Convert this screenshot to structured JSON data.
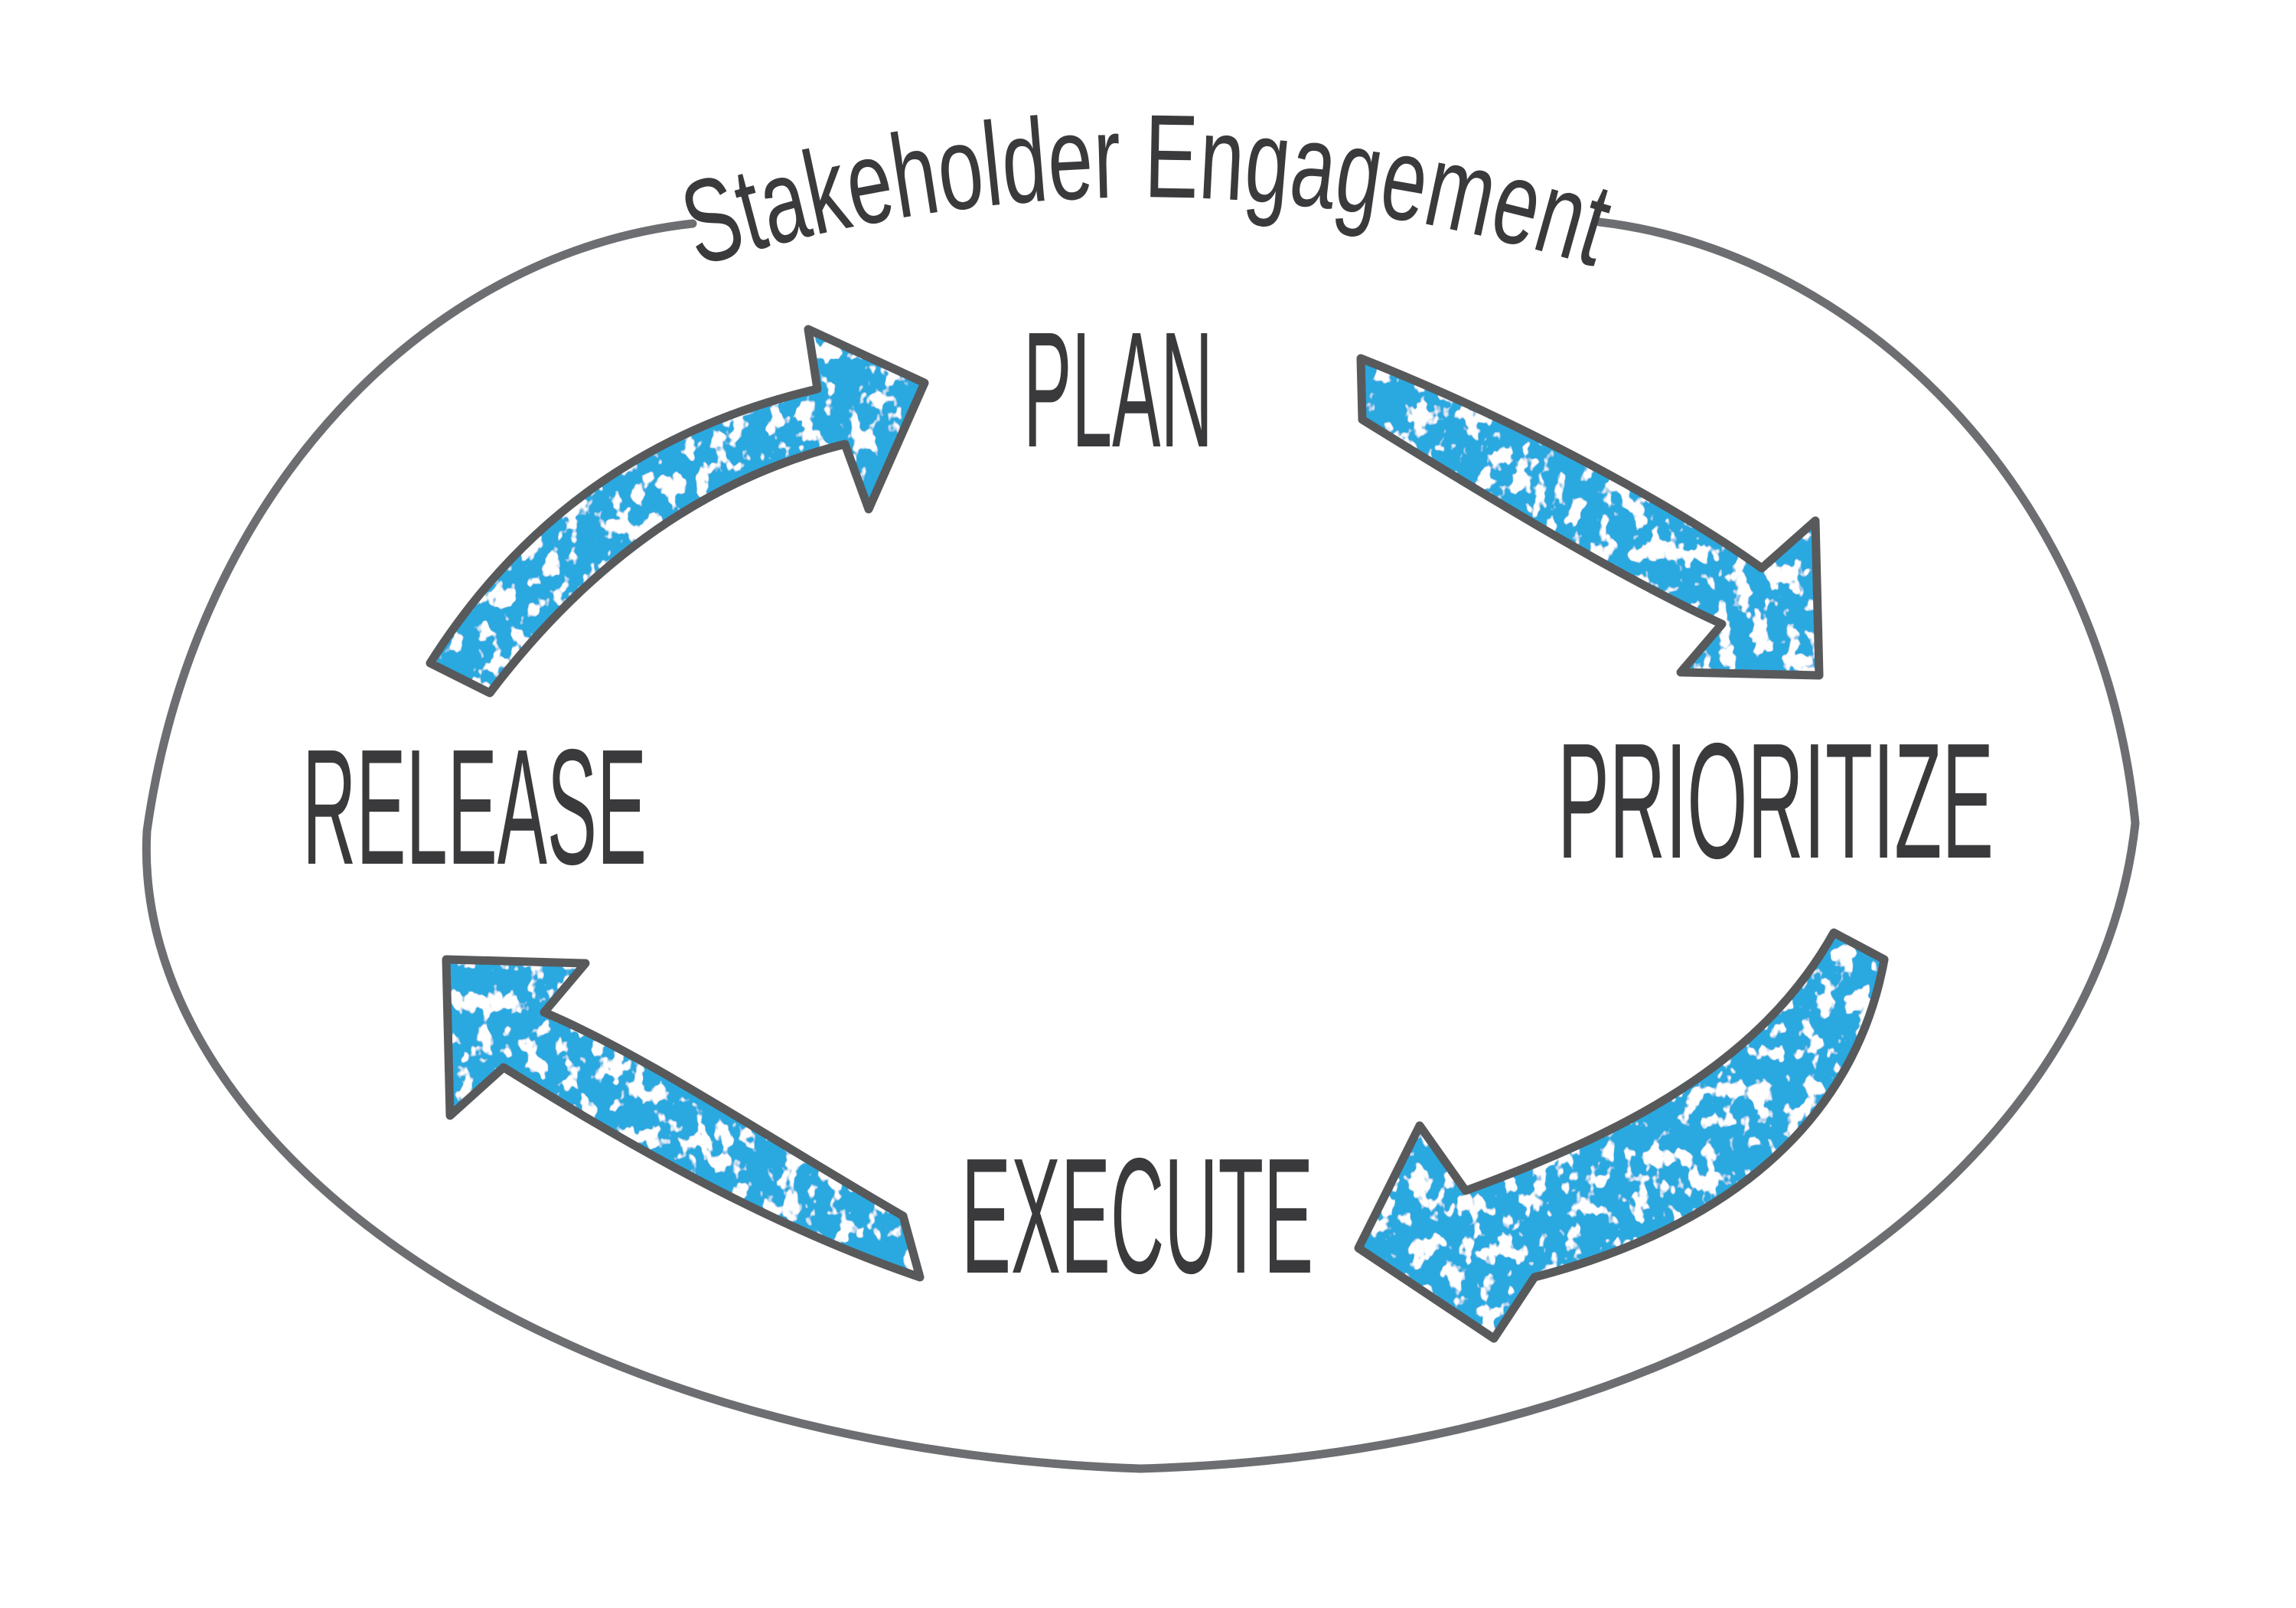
{
  "title": "Stakeholder Engagement",
  "diagram": {
    "type": "cycle",
    "shape": "hand-drawn-oval",
    "nodes": [
      {
        "id": "plan",
        "label": "PLAN",
        "position": "top"
      },
      {
        "id": "prioritize",
        "label": "PRIORITIZE",
        "position": "right"
      },
      {
        "id": "execute",
        "label": "EXECUTE",
        "position": "bottom"
      },
      {
        "id": "release",
        "label": "RELEASE",
        "position": "left"
      }
    ],
    "edges": [
      {
        "from": "release",
        "to": "plan"
      },
      {
        "from": "plan",
        "to": "prioritize"
      },
      {
        "from": "prioritize",
        "to": "execute"
      },
      {
        "from": "execute",
        "to": "release"
      }
    ],
    "colors": {
      "arrow_fill": "#29a9e0",
      "arrow_outline": "#58595b",
      "oval_stroke": "#6d6e71",
      "text": "#3a3a3c",
      "background": "#ffffff"
    }
  }
}
